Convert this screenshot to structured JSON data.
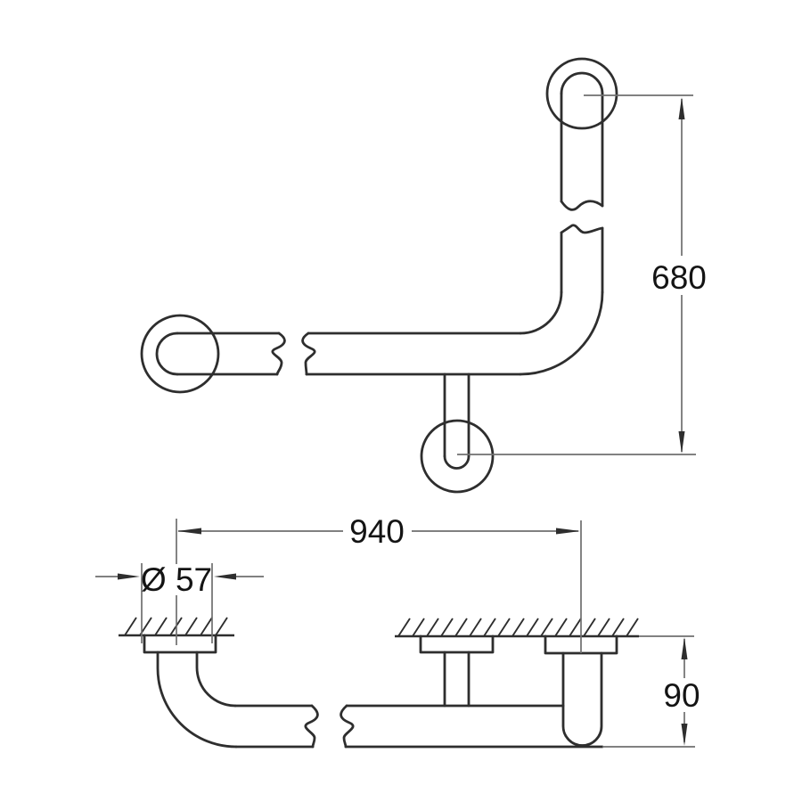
{
  "drawing": {
    "colors": {
      "line": "#2e2e2e",
      "dim": "#6f6f6f",
      "text": "#141414",
      "bg": "#ffffff"
    },
    "dimensions": {
      "vertical_extent": "680",
      "horizontal_extent": "940",
      "flange_diameter": "Ø 57",
      "wall_offset": "90"
    }
  }
}
